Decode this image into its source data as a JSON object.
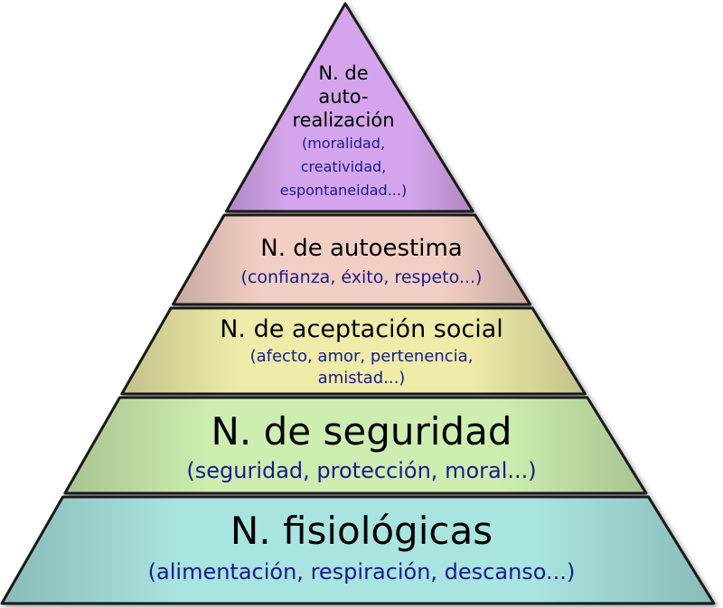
{
  "levels": [
    {
      "title": "N. de auto-\nrealización",
      "title_lines": [
        "N. de",
        "auto-",
        "realización"
      ],
      "sub_lines": [
        "(moralidad,",
        "creatividad,",
        "espontaneidad...)"
      ],
      "color": "#d4a5ec"
    },
    {
      "title_lines": [
        "N. de autoestima"
      ],
      "sub_lines": [
        "(confianza, éxito, respeto...)"
      ],
      "color": "#f2cfc4"
    },
    {
      "title_lines": [
        "N. de aceptación social"
      ],
      "sub_lines": [
        "(afecto, amor, pertenencia,",
        "amistad...)"
      ],
      "color": "#eeeca8"
    },
    {
      "title_lines": [
        "N. de seguridad"
      ],
      "sub_lines": [
        "(seguridad, protección, moral...)"
      ],
      "color": "#cdeeb0"
    },
    {
      "title_lines": [
        "N. fisiológicas"
      ],
      "sub_lines": [
        "(alimentación, respiración, descanso...)"
      ],
      "color": "#a8e4e0"
    }
  ],
  "colors": {
    "outline": "#1a1a1a",
    "title_text": "#000000",
    "sub_text": "#1a1a8c"
  }
}
